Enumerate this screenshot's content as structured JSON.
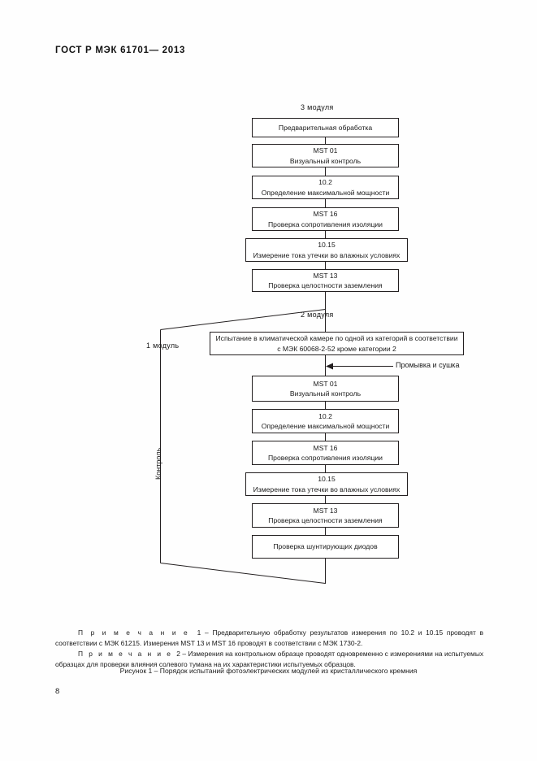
{
  "document": {
    "header": "ГОСТ Р МЭК  61701— 2013",
    "page_number": "8",
    "figure_caption": "Рисунок 1 – Порядок испытаний фотоэлектрических модулей из кристаллического кремния"
  },
  "flowchart": {
    "labels": {
      "three_modules": "3 модуля",
      "two_modules": "2 модуля",
      "one_module": "1 модуль",
      "control": "Контроль",
      "wash_dry": "Промывка и сушка"
    },
    "top_sequence": [
      {
        "code": "",
        "desc": "Предварительная обработка"
      },
      {
        "code": "MST 01",
        "desc": "Визуальный контроль"
      },
      {
        "code": "10.2",
        "desc": "Определение максимальной мощности"
      },
      {
        "code": "MST 16",
        "desc": "Проверка сопротивления изоляции"
      },
      {
        "code": "10.15",
        "desc": "Измерение тока утечки во влажных условиях"
      },
      {
        "code": "MST 13",
        "desc": "Проверка целостности заземления"
      }
    ],
    "climatic_box": {
      "line1": "Испытание в климатической камере по одной из категорий в соответствии",
      "line2": "с МЭК 60068-2-52 кроме категории 2"
    },
    "bottom_sequence": [
      {
        "code": "MST 01",
        "desc": "Визуальный контроль"
      },
      {
        "code": "10.2",
        "desc": "Определение максимальной мощности"
      },
      {
        "code": "MST 16",
        "desc": "Проверка сопротивления изоляции"
      },
      {
        "code": "10.15",
        "desc": "Измерение тока утечки во влажных условиях"
      },
      {
        "code": "MST 13",
        "desc": "Проверка целостности заземления"
      },
      {
        "code": "",
        "desc": "Проверка шунтирующих диодов"
      }
    ]
  },
  "notes": {
    "note1_lead": "П р и м е ч а н и е",
    "note1_number": "1",
    "note1_text": "– Предварительную обработку результатов измерения по 10.2 и 10.15 проводят в соответствии с МЭК 61215. Измерения MST 13 и MST 16 проводят в соответствии с МЭК 1730-2.",
    "note2_lead": "П р и м е ч а н и е",
    "note2_number": "2",
    "note2_text": "– Измерения на контрольном образце проводят одновременно с измерениями на испытуемых образцах для проверки влияния солевого тумана на их характеристики испытуемых образцов."
  }
}
